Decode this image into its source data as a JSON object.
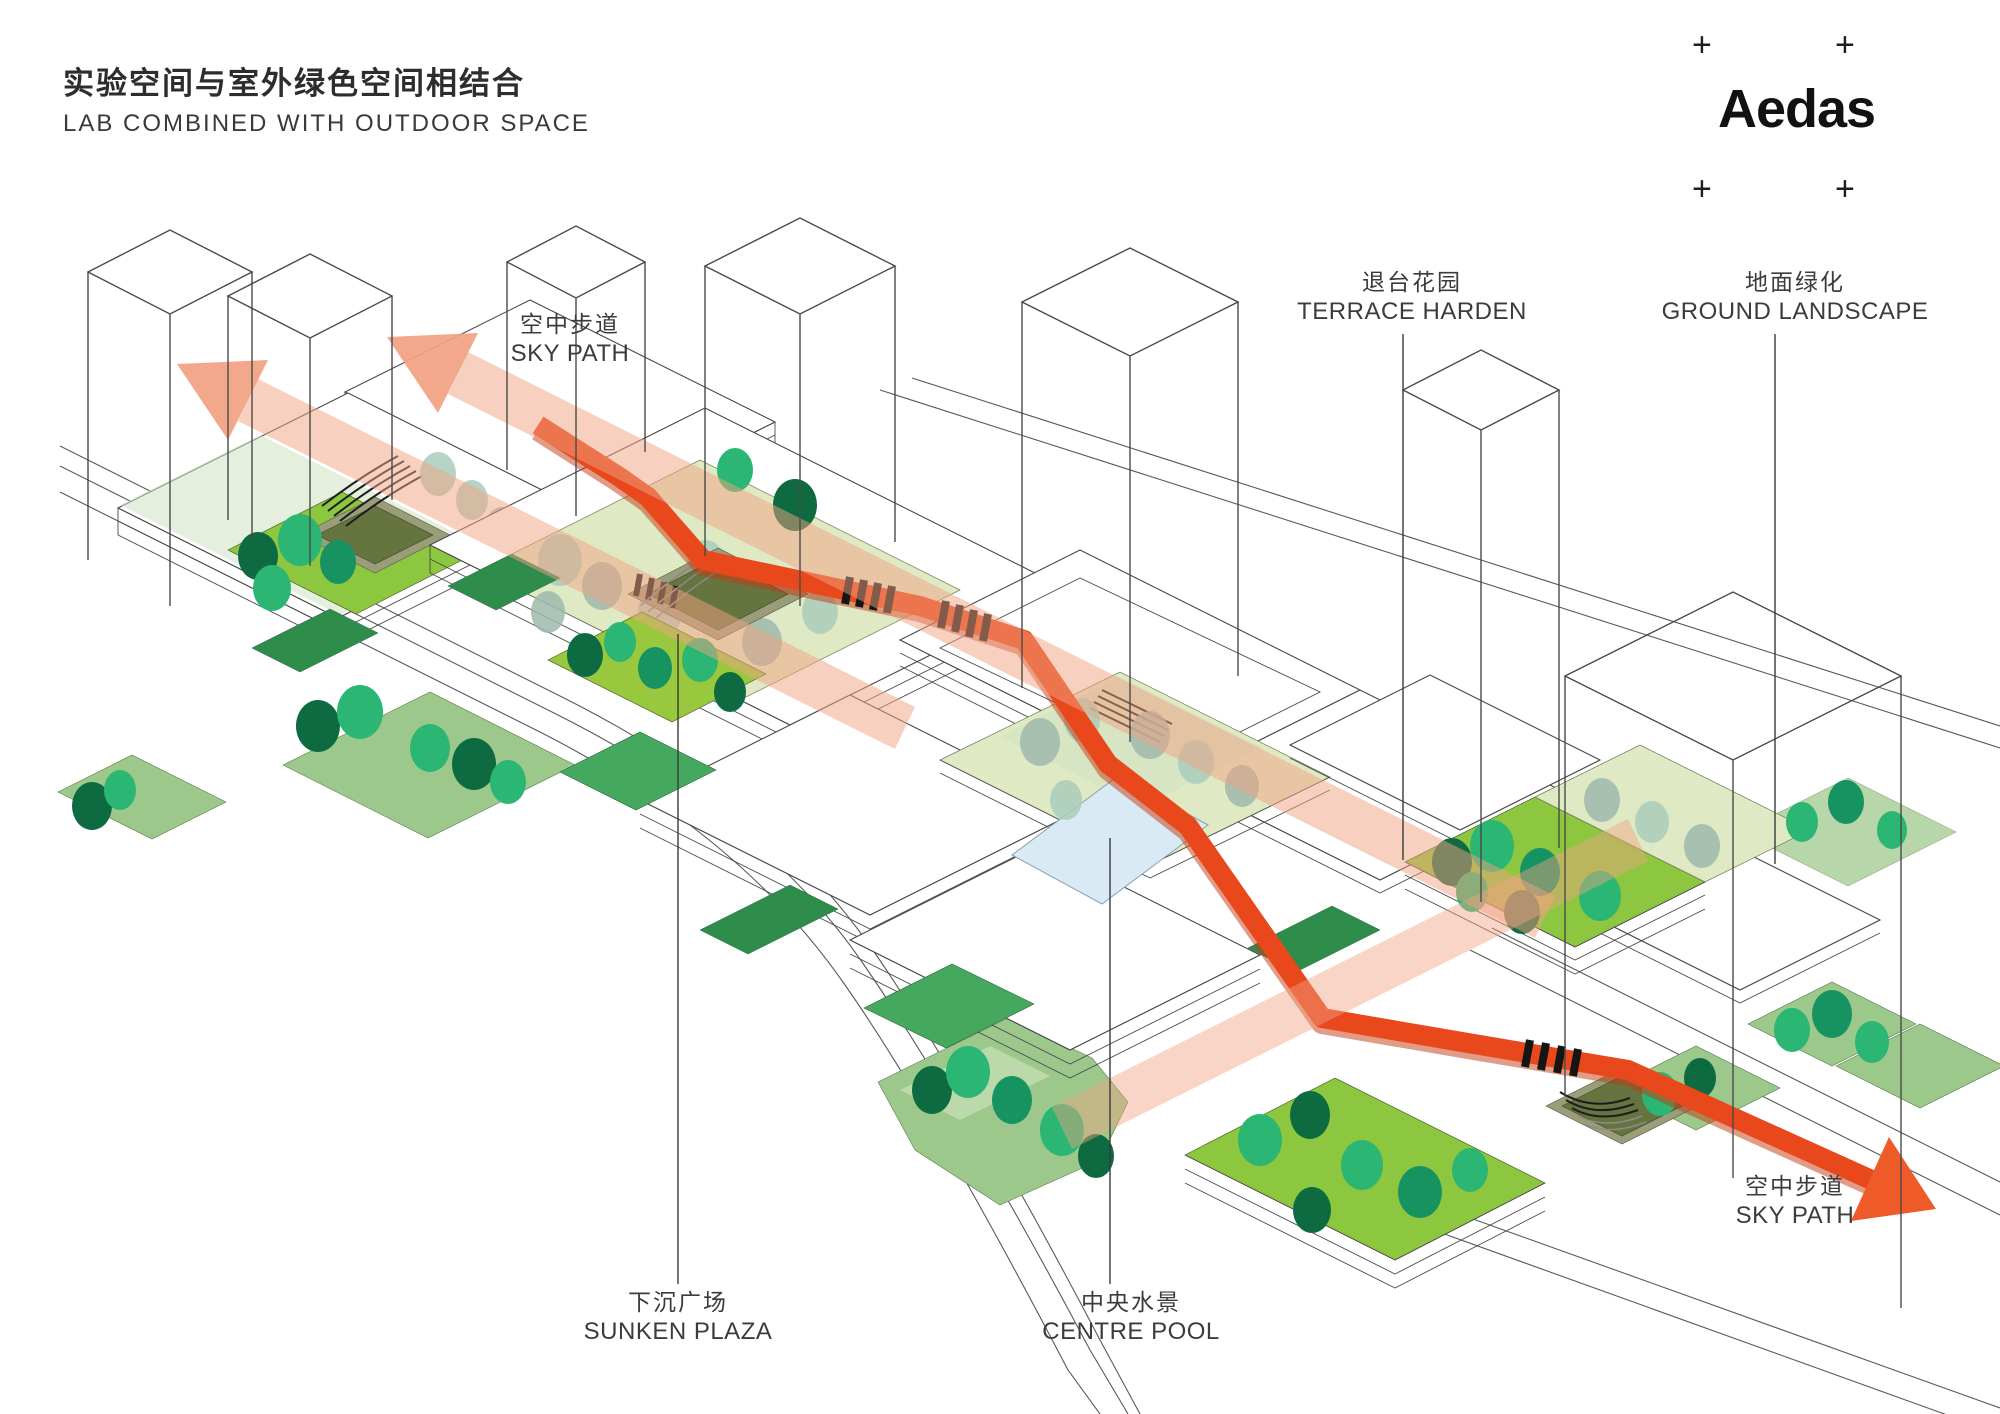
{
  "header": {
    "title_cn": "实验空间与室外绿色空间相结合",
    "title_en": "LAB COMBINED WITH OUTDOOR SPACE"
  },
  "logo": {
    "name": "Aedas",
    "plus": "+"
  },
  "annotations": {
    "sky_path_top": {
      "cn": "空中步道",
      "en": "SKY PATH"
    },
    "terrace_garden": {
      "cn": "退台花园",
      "en": "TERRACE HARDEN"
    },
    "ground_landscape": {
      "cn": "地面绿化",
      "en": "GROUND LANDSCAPE"
    },
    "sunken_plaza": {
      "cn": "下沉广场",
      "en": "SUNKEN PLAZA"
    },
    "centre_pool": {
      "cn": "中央水景",
      "en": "CENTRE POOL"
    },
    "sky_path_bottom": {
      "cn": "空中步道",
      "en": "SKY PATH"
    }
  },
  "palette": {
    "red_path": "#E8481B",
    "orange_arrow": "#EE5A28",
    "peach": "#F2A182",
    "green_bright": "#8DC63F",
    "green_lime": "#97C83D",
    "green_medium": "#44A85E",
    "green_hedge": "#2F8D4C",
    "green_pale": "#DFE9C4",
    "sage_overlay": "#CFE2C3",
    "sage_ground": "#9CC98B",
    "olive_light": "#9A9D7A",
    "olive_dark": "#667440",
    "pool_blue": "#D9EAF5",
    "tree_dark": "#0E6B41",
    "tree_emerald": "#2BB673",
    "tree_teal": "#179362",
    "tree_aqua": "#A9CDBB",
    "tree_grey": "#9DB8AB",
    "line": "#4A4A4A",
    "text": "#3C3C3C"
  }
}
